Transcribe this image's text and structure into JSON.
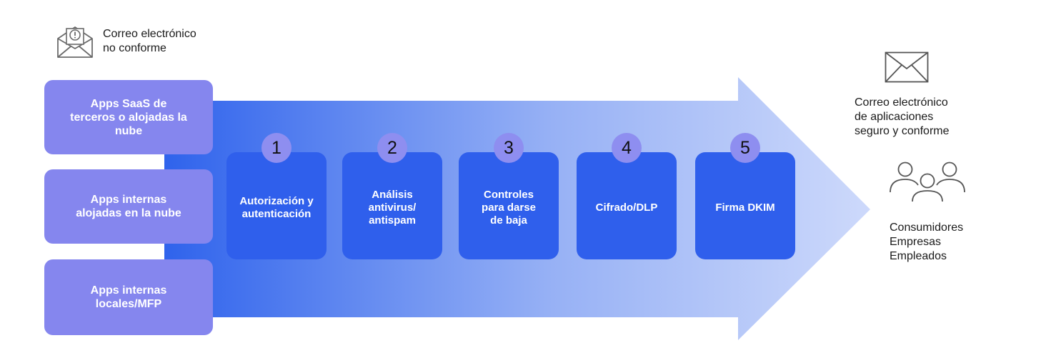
{
  "noncompliant": {
    "line1": "Correo electrónico",
    "line2": "no conforme",
    "icon": "warning-envelope-icon"
  },
  "sources": [
    {
      "line1": "Apps SaaS de",
      "line2": "terceros o alojadas la",
      "line3": "nube"
    },
    {
      "line1": "Apps internas",
      "line2": "alojadas en la nube"
    },
    {
      "line1": "Apps internas",
      "line2": "locales/MFP"
    }
  ],
  "steps": [
    {
      "number": "1",
      "line1": "Autorización y",
      "line2": "autenticación"
    },
    {
      "number": "2",
      "line1": "Análisis",
      "line2": "antivirus/",
      "line3": "antispam"
    },
    {
      "number": "3",
      "line1": "Controles",
      "line2": "para darse",
      "line3": "de baja"
    },
    {
      "number": "4",
      "line1": "Cifrado/DLP"
    },
    {
      "number": "5",
      "line1": "Firma DKIM"
    }
  ],
  "output": {
    "line1": "Correo electrónico",
    "line2": "de aplicaciones",
    "line3": "seguro y conforme",
    "icon": "envelope-icon"
  },
  "recipients": {
    "icon": "people-icon",
    "items": [
      "Consumidores",
      "Empresas",
      "Empleados"
    ]
  },
  "colors": {
    "source_box": "#8586ee",
    "step_card": "#2f5fec",
    "badge": "#8e8ef0",
    "arrow_start": "#2f63ec",
    "arrow_end": "#c8d7fb"
  }
}
